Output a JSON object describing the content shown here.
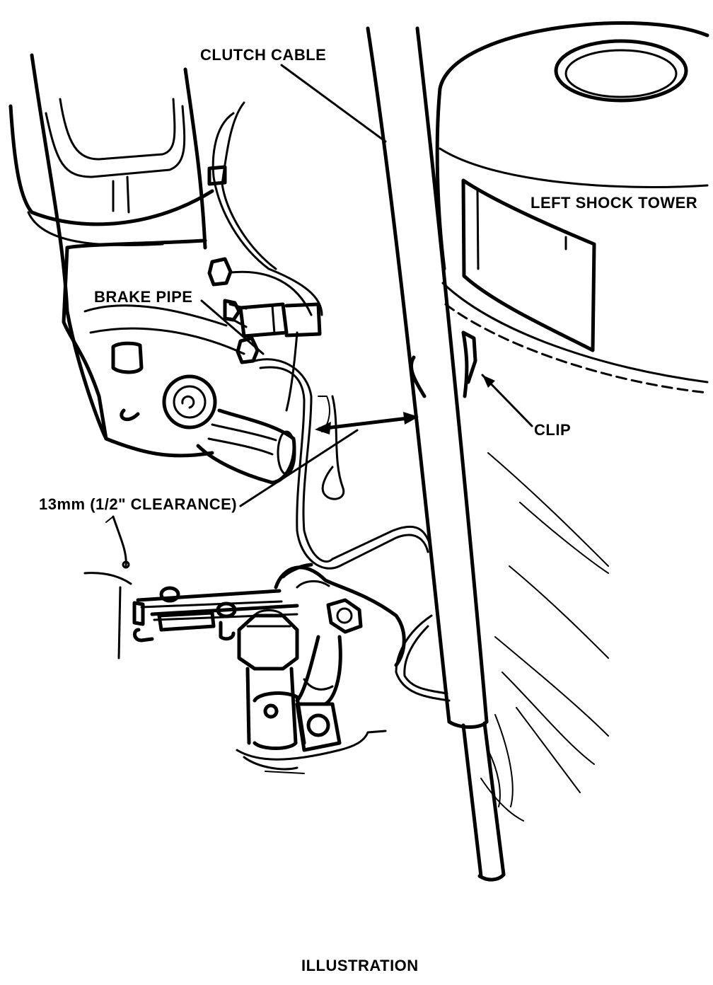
{
  "labels": {
    "clutch_cable": "CLUTCH CABLE",
    "left_shock_tower": "LEFT SHOCK TOWER",
    "brake_pipe": "BRAKE PIPE",
    "clip": "CLIP",
    "clearance": "13mm (1/2\" CLEARANCE)",
    "caption": "ILLUSTRATION"
  }
}
